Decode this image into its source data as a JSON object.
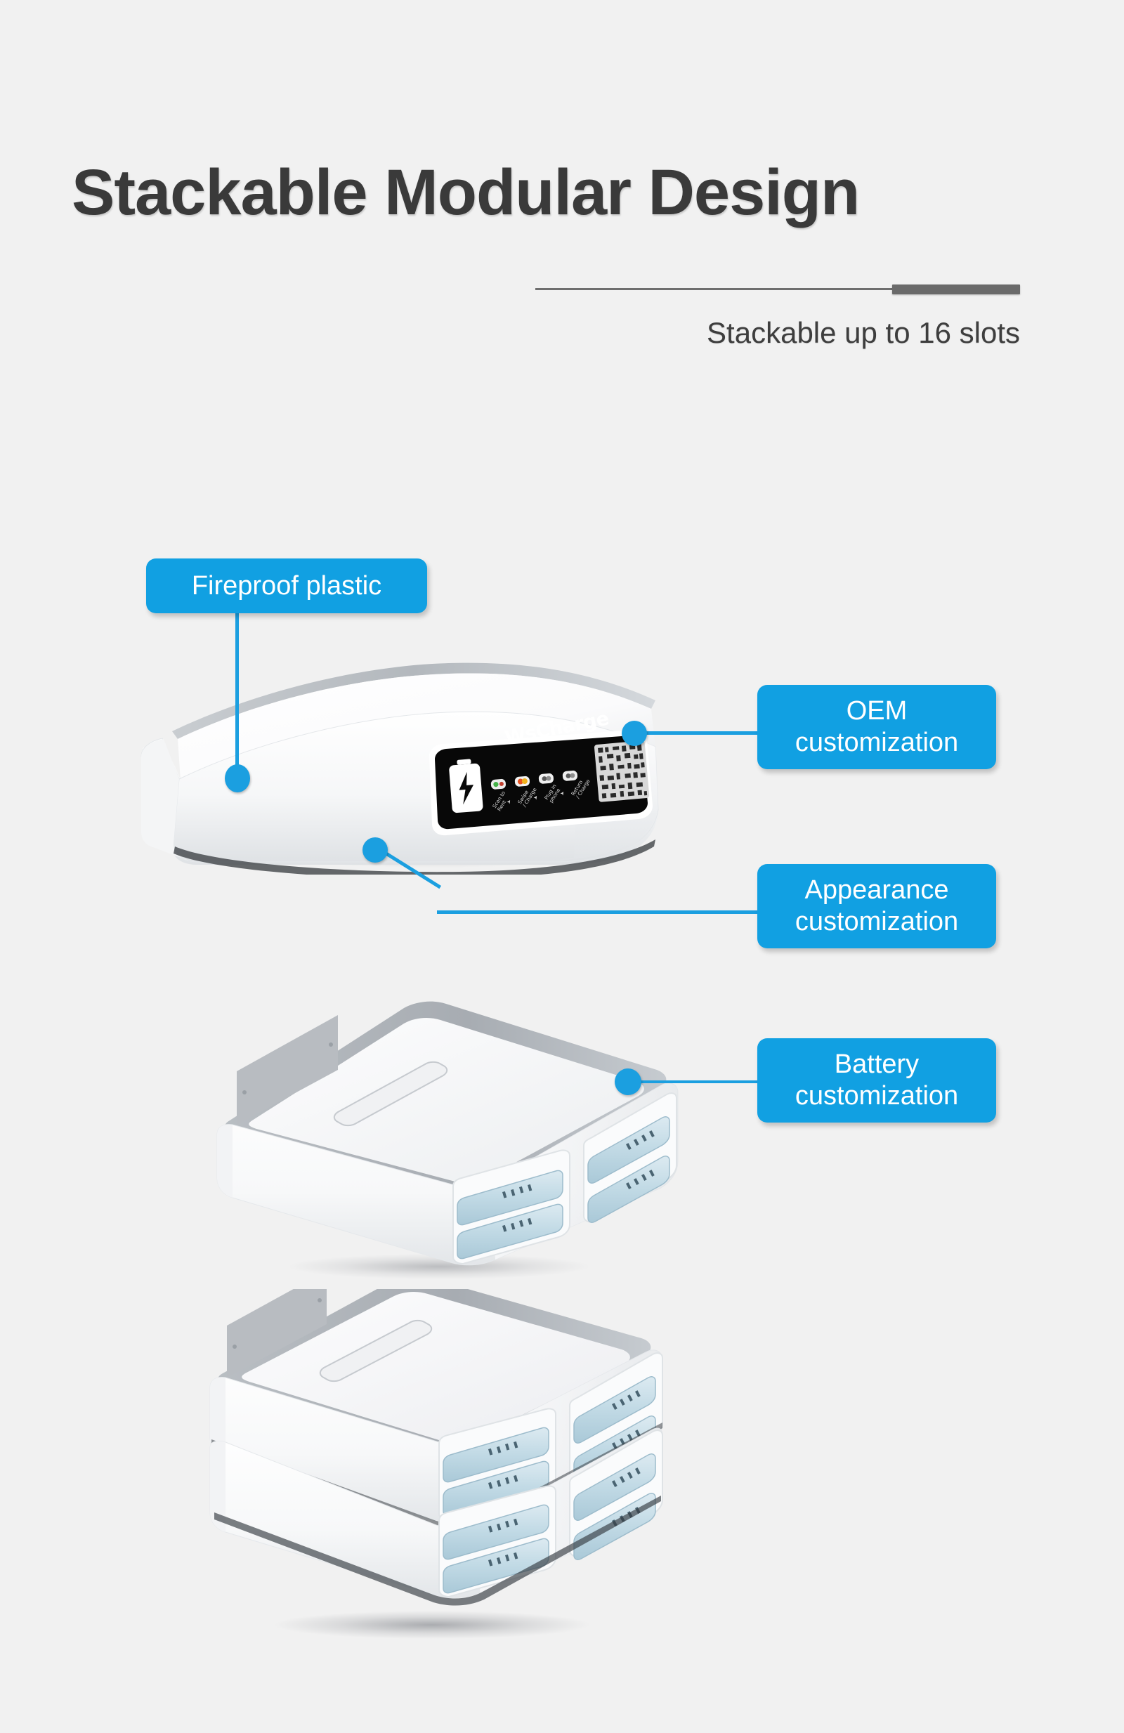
{
  "header": {
    "title": "Stackable Modular Design",
    "subtitle": "Stackable up to 16 slots",
    "divider_icon": "divider-rule"
  },
  "callouts": [
    {
      "id": "fireproof",
      "lines": [
        "Fireproof plastic"
      ],
      "marker_icon": "callout-dot-marker",
      "target": "lid-body"
    },
    {
      "id": "oem",
      "lines": [
        "OEM",
        "customization"
      ],
      "marker_icon": "callout-dot-marker",
      "target": "qr-code"
    },
    {
      "id": "appearance",
      "lines": [
        "Appearance",
        "customization"
      ],
      "marker_icon": "callout-dot-marker",
      "target": "lid-front-face"
    },
    {
      "id": "battery",
      "lines": [
        "Battery",
        "customization"
      ],
      "marker_icon": "callout-dot-marker",
      "target": "battery-slot"
    }
  ],
  "product": {
    "brand": "WsCharge",
    "display_panel": {
      "battery_icon": "battery-bolt-icon",
      "qr_code_icon": "qr-code-icon",
      "payment_icons": [
        "wechat-pay-icon",
        "mastercard-icon",
        "card-icon",
        "card-icon"
      ],
      "step_labels": [
        "Scan to Rent",
        "Swipe / Charge",
        "Plug in phone",
        "Return / Charge"
      ]
    },
    "modules": [
      {
        "id": "lid",
        "label": "top-lid-module",
        "slot_panels": 0
      },
      {
        "id": "middle",
        "label": "middle-battery-module",
        "slot_panels": 2
      },
      {
        "id": "bottom-upper",
        "label": "bottom-battery-module-upper",
        "slot_panels": 2
      },
      {
        "id": "bottom-lower",
        "label": "bottom-battery-module-lower",
        "slot_panels": 2
      }
    ],
    "battery_slot_icon": "battery-capsule-icon"
  },
  "colors": {
    "accent_blue": "#11a0e2",
    "connector_blue": "#1b9fe0",
    "title_gray": "#3a3a3a",
    "background": "#f1f1f1",
    "battery_capsule": "#c7dee8",
    "display_panel": "#0b0b0b"
  }
}
